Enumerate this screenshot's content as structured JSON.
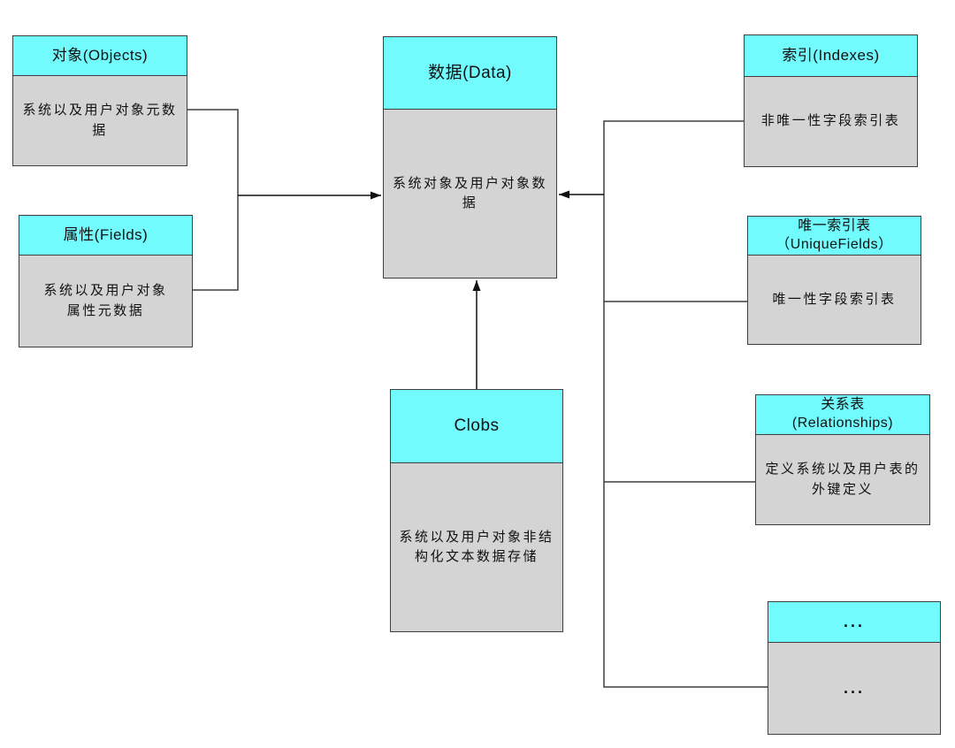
{
  "diagram": {
    "colors": {
      "header_fill": "#72fbfd",
      "body_fill": "#d4d4d4",
      "border": "#3f3f3f",
      "connector": "#3f3f3f",
      "text": "#111111",
      "background": "#ffffff"
    },
    "boxes": {
      "objects": {
        "header": "对象(Objects)",
        "body": "系统以及用户对象元数\n据"
      },
      "fields": {
        "header": "属性(Fields)",
        "body": "系统以及用户对象\n属性元数据"
      },
      "data": {
        "header": "数据(Data)",
        "body": "系统对象及用户对象数\n据"
      },
      "clobs": {
        "header": "Clobs",
        "body": "系统以及用户对象非结\n构化文本数据存储"
      },
      "indexes": {
        "header": "索引(Indexes)",
        "body": "非唯一性字段索引表"
      },
      "uniquefields": {
        "header": "唯一索引表\n（UniqueFields）",
        "body": "唯一性字段索引表"
      },
      "relationships": {
        "header": "关系表\n(Relationships)",
        "body": "定义系统以及用户表的\n外键定义"
      },
      "more": {
        "header": "...",
        "body": "..."
      }
    },
    "connections": [
      {
        "from": "objects",
        "to": "data",
        "arrow_enters": "data-left-edge"
      },
      {
        "from": "fields",
        "to": "data",
        "arrow_enters": "data-left-edge"
      },
      {
        "from": "clobs",
        "to": "data",
        "arrow_enters": "data-bottom-edge"
      },
      {
        "from": "indexes",
        "to": "data",
        "arrow_enters": "data-right-edge"
      },
      {
        "from": "uniquefields",
        "to": "data",
        "arrow_enters": "data-right-edge"
      },
      {
        "from": "relationships",
        "to": "data",
        "arrow_enters": "data-right-edge"
      },
      {
        "from": "more",
        "to": "data",
        "arrow_enters": "data-right-edge"
      }
    ]
  }
}
